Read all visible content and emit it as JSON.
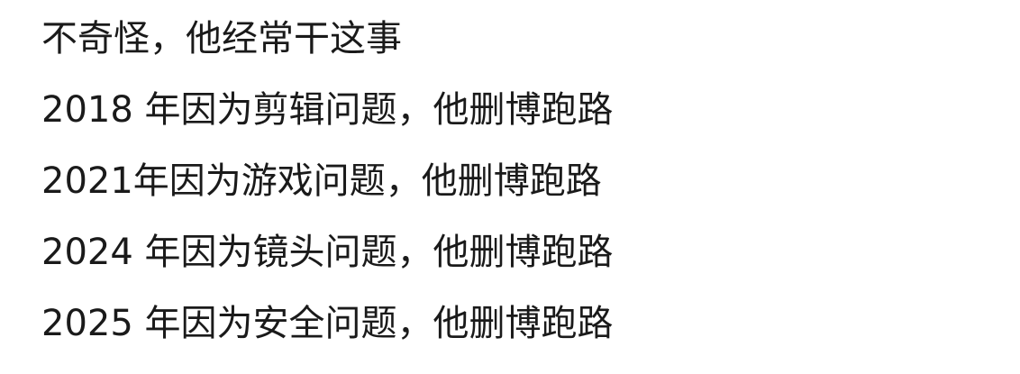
{
  "post": {
    "lines": [
      "不奇怪，他经常干这事",
      "2018 年因为剪辑问题，他删博跑路",
      "2021年因为游戏问题，他删博跑路",
      "2024 年因为镜头问题，他删博跑路",
      "2025 年因为安全问题，他删博跑路"
    ]
  }
}
